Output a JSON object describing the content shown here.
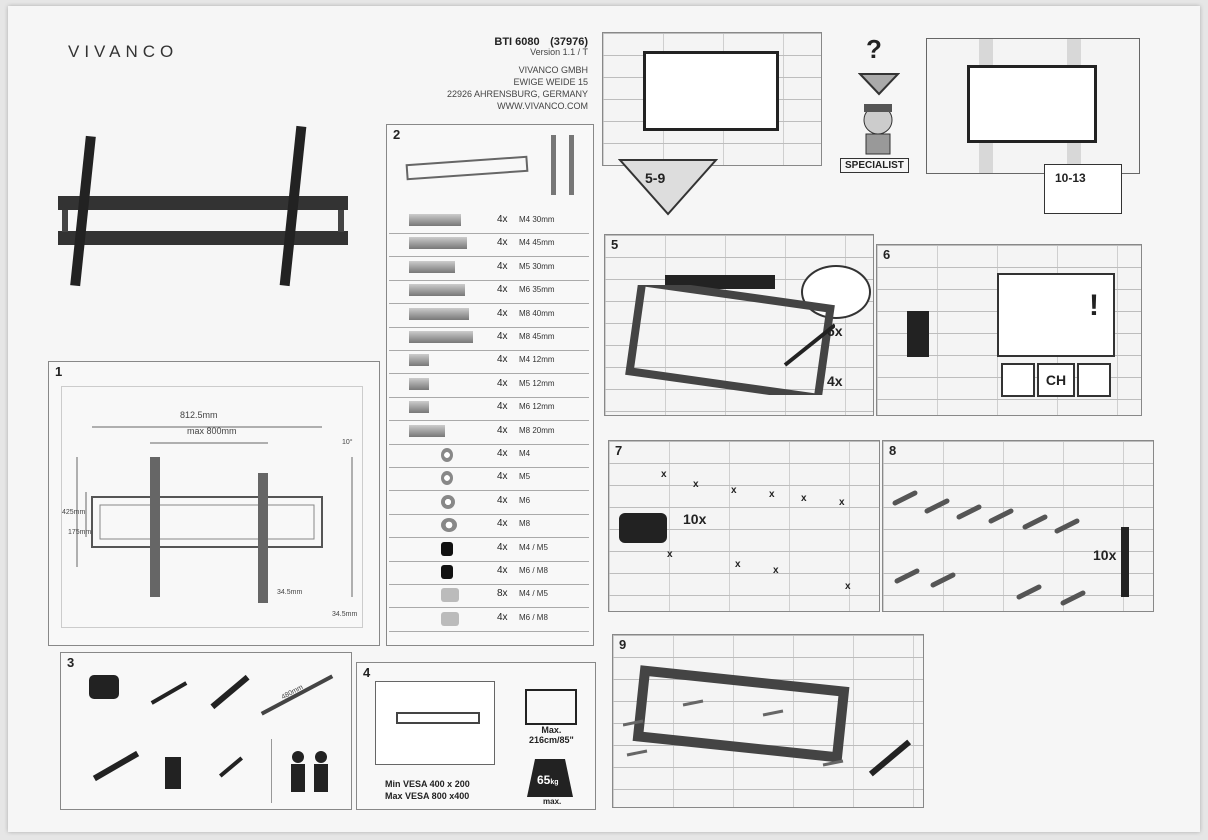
{
  "brand": "VIVANCO",
  "product": {
    "code": "BTI 6080",
    "article": "(37976)",
    "version": "Version 1.1 / T"
  },
  "address": [
    "VIVANCO GMBH",
    "EWIGE WEIDE 15",
    "22926 AHRENSBURG, GERMANY",
    "WWW.VIVANCO.COM"
  ],
  "steps": {
    "intro_left_badge": "5-9",
    "question": "?",
    "specialist": "SPECIALIST",
    "intro_right_badge": "10-13",
    "s1": {
      "num": "1",
      "dims": {
        "w1": "812.5mm",
        "w2": "max 800mm",
        "h1": "425mm",
        "h2": "175mm",
        "depth": "34.5mm",
        "depth2": "34.5mm",
        "angle": "10°"
      }
    },
    "s2": {
      "num": "2",
      "parts": [
        {
          "qty": "4x",
          "size": "M4 30mm"
        },
        {
          "qty": "4x",
          "size": "M4 45mm"
        },
        {
          "qty": "4x",
          "size": "M5 30mm"
        },
        {
          "qty": "4x",
          "size": "M6 35mm"
        },
        {
          "qty": "4x",
          "size": "M8 40mm"
        },
        {
          "qty": "4x",
          "size": "M8 45mm"
        },
        {
          "qty": "4x",
          "size": "M4 12mm"
        },
        {
          "qty": "4x",
          "size": "M5 12mm"
        },
        {
          "qty": "4x",
          "size": "M6 12mm"
        },
        {
          "qty": "4x",
          "size": "M8 20mm"
        },
        {
          "qty": "4x",
          "size": "M4"
        },
        {
          "qty": "4x",
          "size": "M5"
        },
        {
          "qty": "4x",
          "size": "M6"
        },
        {
          "qty": "4x",
          "size": "M8"
        },
        {
          "qty": "4x",
          "size": "M4 / M5"
        },
        {
          "qty": "4x",
          "size": "M6 / M8"
        },
        {
          "qty": "8x",
          "size": "M4 / M5"
        },
        {
          "qty": "4x",
          "size": "M6 / M8"
        }
      ]
    },
    "s3": {
      "num": "3",
      "length": "480mm"
    },
    "s4": {
      "num": "4",
      "max_label": "Max.",
      "max_size": "216cm/85\"",
      "vesa_min": "Min VESA  400 x 200",
      "vesa_max": "Max VESA 800 x400",
      "weight": "65",
      "weight_unit": "kg",
      "weight_max": "max."
    },
    "s5": {
      "num": "5",
      "c1": "6x",
      "c2": "4x"
    },
    "s6": {
      "num": "6",
      "ch": "CH"
    },
    "s7": {
      "num": "7",
      "count": "10x",
      "mark": "x"
    },
    "s8": {
      "num": "8",
      "count": "10x"
    },
    "s9": {
      "num": "9"
    }
  }
}
